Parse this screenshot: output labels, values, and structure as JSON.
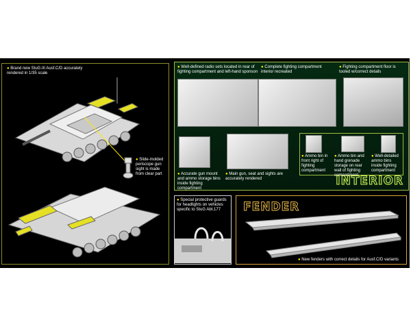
{
  "main": {
    "caption_stug": "Brand new StuG.III Ausf.C/D accurately rendered in 1/35 scale",
    "caption_periscope": "Slide-molded periscope gun sight is made from clear part"
  },
  "interior": {
    "title": "INTERIOR",
    "captions": [
      "Well-defined radio sets located in rear of fighting compartment and left-hand sponson",
      "Complete fighting compartment interior recreated",
      "Fighting compartment floor is tooled w/correct details",
      "Accurate gun mount and ammo storage bins inside fighting compartment",
      "Main gun, seat and sights are accurately rendered",
      "Ammo bin in front right of fighting compartment",
      "Ammo bin and hand grenade storage on rear wall of fighting compartment",
      "Well-detailed ammo bins inside fighting compartment"
    ]
  },
  "guards": {
    "caption": "Special protective guards for headlights on vehicles specific to StuG Abt.177"
  },
  "fender": {
    "title": "FENDER",
    "caption": "New fenders with correct details for Ausf.C/D variants"
  },
  "colors": {
    "accent_yellow": "#ffea00",
    "interior_border": "#9fbf45",
    "fender_border": "#d9a73a",
    "background": "#000000"
  }
}
